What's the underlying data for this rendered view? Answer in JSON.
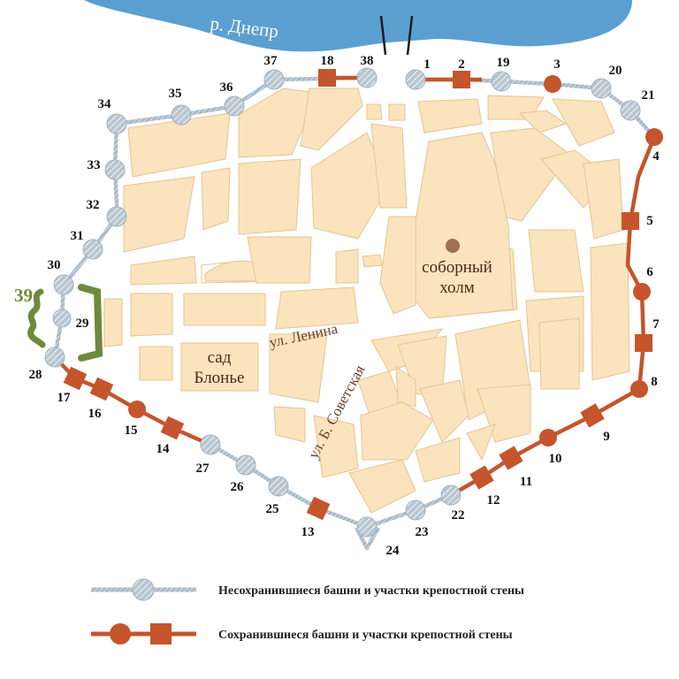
{
  "river": {
    "label": "р. Днепр"
  },
  "places": {
    "cathedral_hill": [
      "соборный",
      "холм"
    ],
    "garden": [
      "сад",
      "Блонье"
    ]
  },
  "streets": {
    "lenina": "ул. Ленина",
    "sovetskaya": "ул. Б. Советская"
  },
  "fortification_39": "39",
  "towers": {
    "lost_round": [
      "1",
      "19",
      "20",
      "21",
      "22",
      "23",
      "24",
      "25",
      "26",
      "27",
      "28",
      "29",
      "30",
      "31",
      "32",
      "33",
      "34",
      "35",
      "36",
      "37",
      "38"
    ],
    "preserved_round": [
      "3",
      "4",
      "6",
      "8",
      "10",
      "15"
    ],
    "preserved_square": [
      "2",
      "5",
      "7",
      "9",
      "11",
      "12",
      "13",
      "14",
      "16",
      "17",
      "18"
    ]
  },
  "legend": {
    "lost": "Несохранившиеся башни и участки крепостной стены",
    "preserved": "Сохранившиеся башни и участки крепостной стены"
  },
  "colors": {
    "river": "#5b9fd1",
    "lost_wall": "#9fb2c0",
    "preserved_wall": "#c4552c",
    "blocks": "#fbe3bd",
    "block_stroke": "#e4c592",
    "fortification": "#6f8a3a",
    "hill_marker": "#a07050"
  }
}
